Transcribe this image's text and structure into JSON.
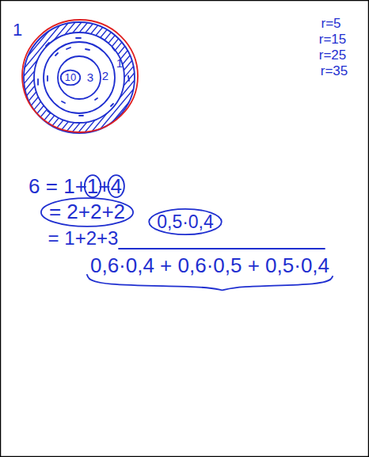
{
  "diagram": {
    "labels": [
      "1",
      "r=5",
      "r=15",
      "r=25",
      "r=35",
      "10",
      "3",
      "2",
      "1",
      "6 = 1+1+4",
      "= 2+2+2",
      "= 1+2+3",
      "0,5·0,4",
      "0,6·0,4 + 0,6·0,5 + 0,5·0,4"
    ]
  }
}
